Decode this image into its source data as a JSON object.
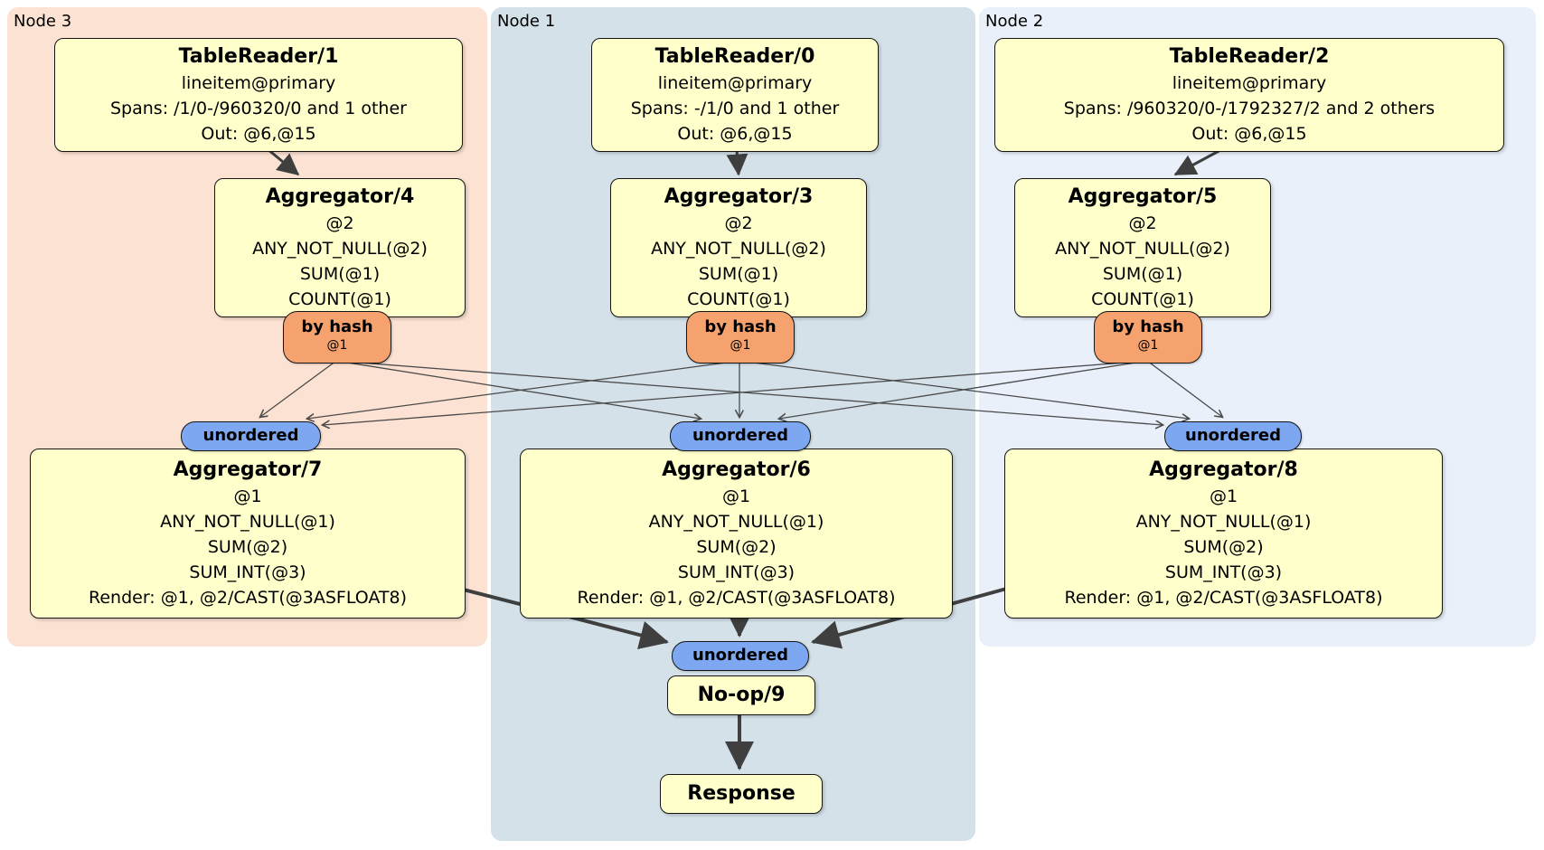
{
  "diagram": {
    "regions": [
      {
        "label": "Node 3",
        "bg": "#fce2d2"
      },
      {
        "label": "Node 1",
        "bg": "#d4e1e9"
      },
      {
        "label": "Node 2",
        "bg": "#eaf0fa"
      }
    ],
    "colors": {
      "processor_bg": "#ffffcc",
      "router_bg": "#f6a26e",
      "sync_bg": "#7da7f1",
      "edge": "#444444"
    },
    "processors": [
      {
        "title": "TableReader/1",
        "lines": [
          "lineitem@primary",
          "Spans: /1/0-/960320/0 and 1 other",
          "Out: @6,@15"
        ]
      },
      {
        "title": "TableReader/0",
        "lines": [
          "lineitem@primary",
          "Spans: -/1/0 and 1 other",
          "Out: @6,@15"
        ]
      },
      {
        "title": "TableReader/2",
        "lines": [
          "lineitem@primary",
          "Spans: /960320/0-/1792327/2 and 2 others",
          "Out: @6,@15"
        ]
      },
      {
        "title": "Aggregator/4",
        "lines": [
          "@2",
          "ANY_NOT_NULL(@2)",
          "SUM(@1)",
          "COUNT(@1)"
        ]
      },
      {
        "title": "Aggregator/3",
        "lines": [
          "@2",
          "ANY_NOT_NULL(@2)",
          "SUM(@1)",
          "COUNT(@1)"
        ]
      },
      {
        "title": "Aggregator/5",
        "lines": [
          "@2",
          "ANY_NOT_NULL(@2)",
          "SUM(@1)",
          "COUNT(@1)"
        ]
      },
      {
        "title": "Aggregator/7",
        "lines": [
          "@1",
          "ANY_NOT_NULL(@1)",
          "SUM(@2)",
          "SUM_INT(@3)",
          "Render: @1, @2/CAST(@3ASFLOAT8)"
        ]
      },
      {
        "title": "Aggregator/6",
        "lines": [
          "@1",
          "ANY_NOT_NULL(@1)",
          "SUM(@2)",
          "SUM_INT(@3)",
          "Render: @1, @2/CAST(@3ASFLOAT8)"
        ]
      },
      {
        "title": "Aggregator/8",
        "lines": [
          "@1",
          "ANY_NOT_NULL(@1)",
          "SUM(@2)",
          "SUM_INT(@3)",
          "Render: @1, @2/CAST(@3ASFLOAT8)"
        ]
      },
      {
        "title": "No-op/9",
        "lines": []
      },
      {
        "title": "Response",
        "lines": []
      }
    ],
    "routers": [
      {
        "label": "by hash",
        "detail": "@1"
      },
      {
        "label": "by hash",
        "detail": "@1"
      },
      {
        "label": "by hash",
        "detail": "@1"
      }
    ],
    "syncs": [
      {
        "label": "unordered"
      },
      {
        "label": "unordered"
      },
      {
        "label": "unordered"
      },
      {
        "label": "unordered"
      }
    ]
  }
}
